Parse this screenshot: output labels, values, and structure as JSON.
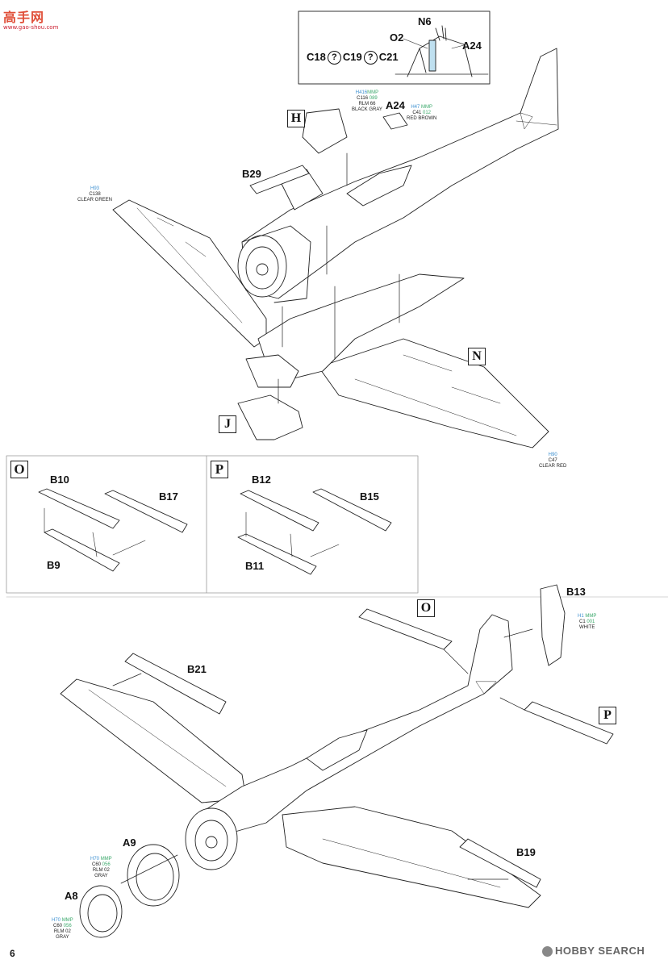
{
  "watermark": {
    "logo_text": "高手网",
    "url": "www.gao-shou.com"
  },
  "page_number": "6",
  "footer_brand": "HOBBY SEARCH",
  "detail_inset": {
    "labels": {
      "n6": "N6",
      "o2": "O2",
      "a24": "A24",
      "c18": "C18",
      "c19": "C19",
      "c21": "C21"
    },
    "question_mark": "?"
  },
  "top_assembly": {
    "step_letters": {
      "h": "H",
      "j": "J",
      "n": "N"
    },
    "parts": {
      "a24": "A24",
      "b29": "B29"
    },
    "paints": {
      "black_gray": {
        "h": "H416",
        "m": "MMP",
        "c": "C116",
        "mnum": "089",
        "name1": "RLM 66",
        "name2": "BLACK GRAY"
      },
      "red_brown": {
        "h": "H47",
        "m": "MMP",
        "c": "C41",
        "mnum": "012",
        "name1": "RED BROWN"
      },
      "clear_green": {
        "h": "H93",
        "c": "C138",
        "name1": "CLEAR GREEN"
      },
      "clear_red": {
        "h": "H90",
        "c": "C47",
        "name1": "CLEAR RED"
      }
    }
  },
  "sub_o": {
    "letter": "O",
    "parts": {
      "b10": "B10",
      "b17": "B17",
      "b9": "B9"
    }
  },
  "sub_p": {
    "letter": "P",
    "parts": {
      "b12": "B12",
      "b15": "B15",
      "b11": "B11"
    }
  },
  "bottom_assembly": {
    "step_letters": {
      "o": "O",
      "p": "P"
    },
    "parts": {
      "b13": "B13",
      "b21": "B21",
      "b19": "B19",
      "a9": "A9",
      "a8": "A8"
    },
    "paints": {
      "white": {
        "h": "H1",
        "m": "MMP",
        "c": "C1",
        "mnum": "001",
        "name1": "WHITE"
      },
      "rlm02_a9": {
        "h": "H70",
        "m": "MMP",
        "c": "C60",
        "mnum": "056",
        "name1": "RLM 02",
        "name2": "GRAY"
      },
      "rlm02_a8": {
        "h": "H70",
        "m": "MMP",
        "c": "C60",
        "mnum": "056",
        "name1": "RLM 02",
        "name2": "GRAY"
      }
    }
  }
}
